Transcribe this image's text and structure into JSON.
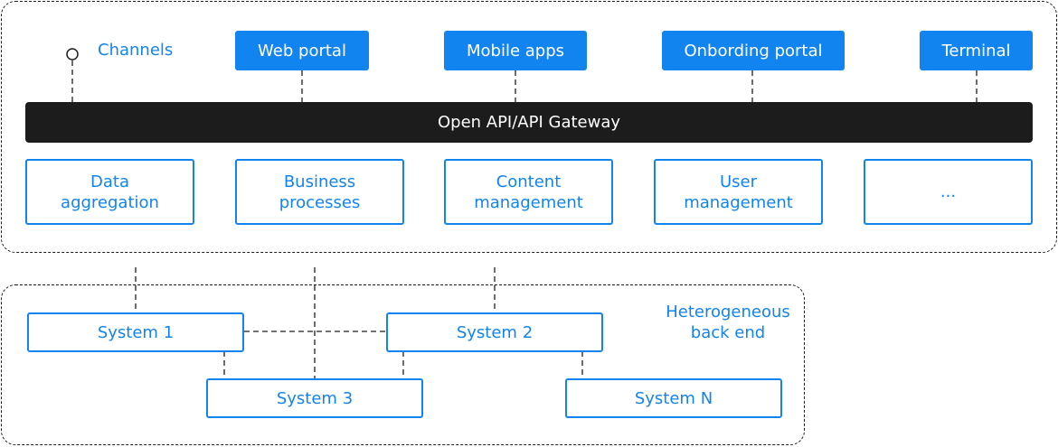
{
  "channels": {
    "label": "Channels",
    "items": [
      "Web portal",
      "Mobile apps",
      "Onbording portal",
      "Terminal"
    ]
  },
  "gateway": {
    "label": "Open API/API Gateway"
  },
  "modules": [
    {
      "line1": "Data",
      "line2": "aggregation"
    },
    {
      "line1": "Business",
      "line2": "processes"
    },
    {
      "line1": "Content",
      "line2": "management"
    },
    {
      "line1": "User",
      "line2": "management"
    },
    {
      "line1": "",
      "line2": "..."
    }
  ],
  "backend": {
    "label_line1": "Heterogeneous",
    "label_line2": "back end",
    "systems": [
      "System 1",
      "System 2",
      "System 3",
      "System N"
    ]
  },
  "colors": {
    "accent": "#1284f0",
    "gateway": "#1c1c1c",
    "outline": "#1f1f1f"
  }
}
